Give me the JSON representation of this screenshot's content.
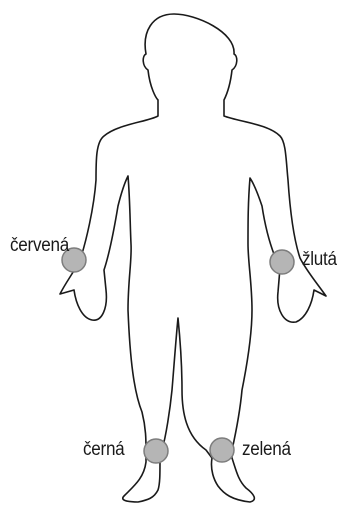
{
  "electrodes": [
    {
      "id": "right-arm",
      "label": "červená",
      "color": "#b5b5b5"
    },
    {
      "id": "left-arm",
      "label": "žlutá",
      "color": "#b5b5b5"
    },
    {
      "id": "right-leg",
      "label": "černá",
      "color": "#b5b5b5"
    },
    {
      "id": "left-leg",
      "label": "zelená",
      "color": "#b5b5b5"
    }
  ]
}
